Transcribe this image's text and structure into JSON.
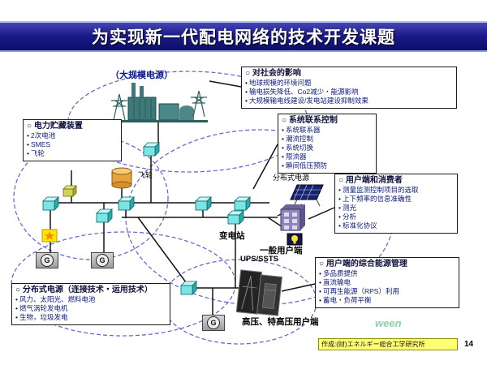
{
  "slide": {
    "title": "为实现新一代配电网络的技术开发课题",
    "page_number": "14",
    "credit": "作成:(财)エネルギー総合工学研究所",
    "watermark": "ween"
  },
  "labels": {
    "large_scale_source": "（大规模电源）",
    "flywheel": "飞轮",
    "distributed_source": "分布式电源",
    "substation": "变电站",
    "general_customer": "一般用户端",
    "ups_ssts": "UPS/SSTS",
    "hv_customer": "高压、特高压用户端",
    "generator": "G"
  },
  "boxes": {
    "social_impact": {
      "title": "○ 对社会的影响",
      "items": [
        "地球规模的环境问题",
        "输电损失降低、Co2减少・能源影响",
        "大规模输电线建设/发电站建设抑制效果"
      ]
    },
    "storage": {
      "title": "○ 电力贮藏装置",
      "items": [
        "2次电池",
        "SMES",
        "飞轮"
      ]
    },
    "grid_control": {
      "title": "○ 系统联系控制",
      "items": [
        "系统联系器",
        "潮流控制",
        "系统切换",
        "限流器",
        "瞬间低压预防"
      ]
    },
    "consumer": {
      "title": "○ 用户端和消费者",
      "items": [
        "测量监测控制项目的选取",
        "上下频率的信息准确性",
        "测光",
        "分析",
        "标准化协议"
      ]
    },
    "energy_mgmt": {
      "title": "○ 用户端的综合能源管理",
      "items": [
        "多品质提供",
        "直流输电",
        "可再生能源（RPS）利用",
        "蓄电・负荷平衡"
      ]
    },
    "distributed": {
      "title": "○ 分布式电源（连接技术・运用技术）",
      "items": [
        "风力、太阳光、燃料电池",
        "燃气涡轮发电机",
        "生物，垃圾发电"
      ]
    }
  }
}
